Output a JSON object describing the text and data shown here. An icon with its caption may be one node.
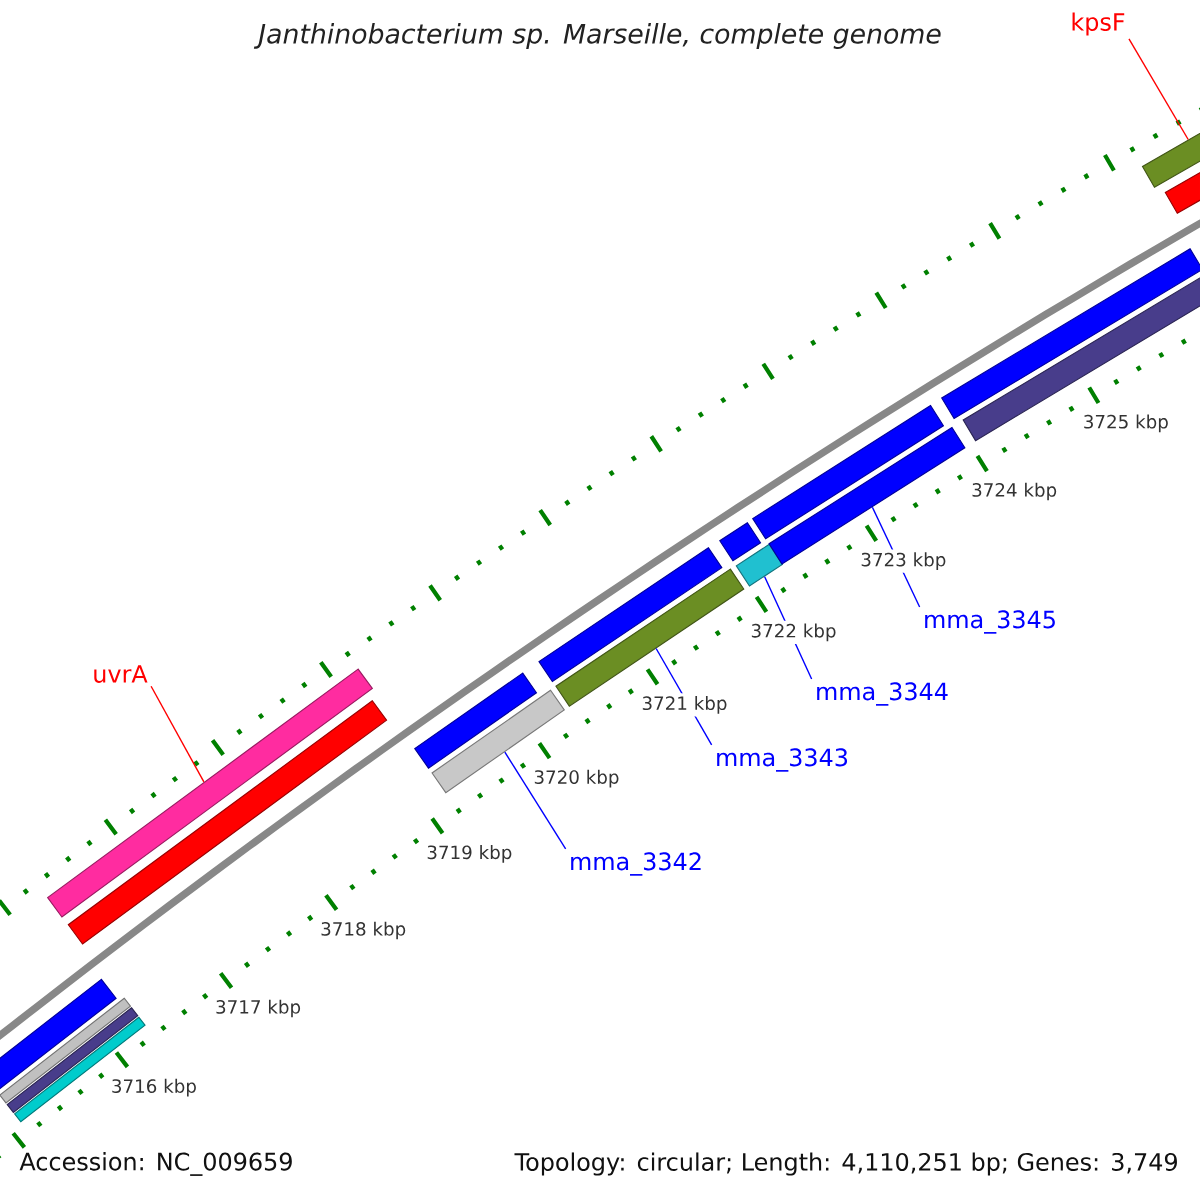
{
  "diagram": {
    "title": "Janthinobacterium sp. Marseille, complete genome",
    "nodes": [
      {
        "text": [
          "kpsF"
        ]
      },
      {
        "text": [
          "uvrA"
        ]
      },
      {
        "text": [
          "mma_3342"
        ]
      },
      {
        "text": [
          "mma_3343"
        ]
      },
      {
        "text": [
          "mma_3344"
        ]
      },
      {
        "text": [
          "mma_3345"
        ]
      },
      {
        "text": [],
        "shape": "bar"
      },
      {
        "text": [],
        "shape": "bar"
      },
      {
        "text": [],
        "shape": "bar"
      },
      {
        "text": [],
        "shape": "bar"
      },
      {
        "text": [],
        "shape": "bar"
      },
      {
        "text": [],
        "shape": "bar"
      },
      {
        "text": [],
        "shape": "bar"
      },
      {
        "text": [],
        "shape": "bar"
      },
      {
        "text": [],
        "shape": "bar"
      },
      {
        "text": [],
        "shape": "bar"
      },
      {
        "text": [],
        "shape": "bar"
      },
      {
        "text": [],
        "shape": "bar"
      },
      {
        "text": [],
        "shape": "bar"
      },
      {
        "text": [],
        "shape": "bar"
      },
      {
        "text": [],
        "shape": "bar"
      },
      {
        "text": [],
        "shape": "bar"
      },
      {
        "text": [],
        "shape": "bar"
      },
      {
        "text": [],
        "shape": "bar"
      }
    ],
    "edges": [
      {
        "from": 0,
        "to": 22,
        "arrow": "none",
        "color": "#ff0000"
      },
      {
        "from": 1,
        "to": 10,
        "arrow": "none",
        "color": "#ff0000"
      },
      {
        "from": 2,
        "to": 13,
        "arrow": "none"
      },
      {
        "from": 3,
        "to": 15,
        "arrow": "none"
      },
      {
        "from": 4,
        "to": 17,
        "arrow": "none"
      },
      {
        "from": 5,
        "to": 19,
        "arrow": "none"
      }
    ],
    "labels": [
      "3716 kbp",
      "3717 kbp",
      "3718 kbp",
      "3719 kbp",
      "3720 kbp",
      "3721 kbp",
      "3722 kbp",
      "3723 kbp",
      "3724 kbp",
      "3725 kbp",
      "Accession: NC_009659",
      "Topology: circular; Length: 4,110,251 bp; Genes: 3,749"
    ]
  }
}
